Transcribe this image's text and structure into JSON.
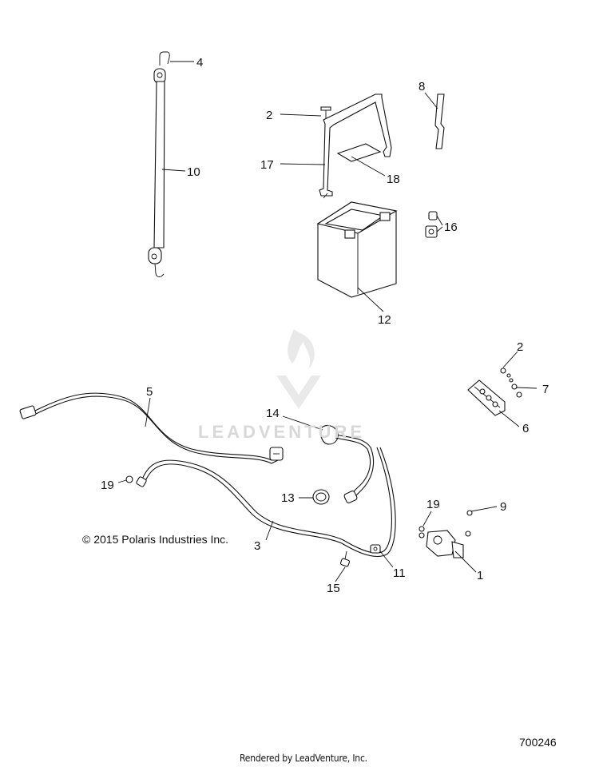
{
  "watermark": {
    "text": "LEADVENTURE"
  },
  "copyright": "© 2015 Polaris Industries Inc.",
  "drawing_number": "700246",
  "footer": "Rendered by LeadVenture, Inc.",
  "callouts": {
    "c1": "1",
    "c2a": "2",
    "c2b": "2",
    "c3": "3",
    "c4": "4",
    "c5": "5",
    "c6": "6",
    "c7": "7",
    "c8": "8",
    "c9": "9",
    "c10": "10",
    "c11": "11",
    "c12": "12",
    "c13": "13",
    "c14": "14",
    "c15": "15",
    "c16": "16",
    "c17": "17",
    "c18": "18",
    "c19a": "19",
    "c19b": "19"
  }
}
